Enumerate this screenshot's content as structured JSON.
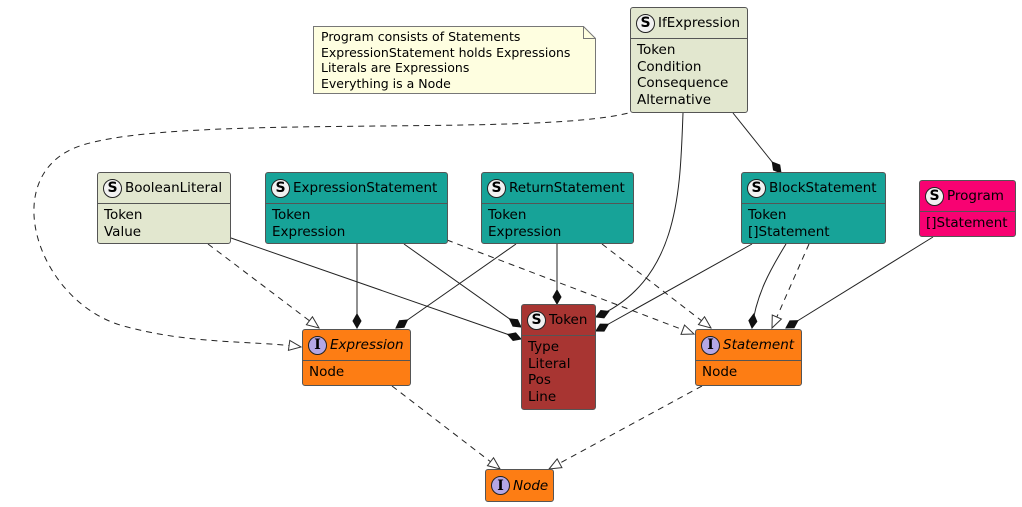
{
  "note": {
    "lines": [
      "Program consists of Statements",
      "ExpressionStatement holds Expressions",
      "Literals are Expressions",
      "Everything is a Node"
    ]
  },
  "colors": {
    "struct_default": "#e2e7cf",
    "statement_struct": "#17a398",
    "program": "#f80272",
    "token": "#a83532",
    "interface": "#fd7d14",
    "note": "#fefee0"
  },
  "classes": {
    "ifexpression": {
      "stereotype": "S",
      "name": "IfExpression",
      "fields": [
        "Token",
        "Condition",
        "Consequence",
        "Alternative"
      ]
    },
    "booleanliteral": {
      "stereotype": "S",
      "name": "BooleanLiteral",
      "fields": [
        "Token",
        "Value"
      ]
    },
    "expressionstatement": {
      "stereotype": "S",
      "name": "ExpressionStatement",
      "fields": [
        "Token",
        "Expression"
      ]
    },
    "returnstatement": {
      "stereotype": "S",
      "name": "ReturnStatement",
      "fields": [
        "Token",
        "Expression"
      ]
    },
    "blockstatement": {
      "stereotype": "S",
      "name": "BlockStatement",
      "fields": [
        "Token",
        "[]Statement"
      ]
    },
    "program": {
      "stereotype": "S",
      "name": "Program",
      "fields": [
        "[]Statement"
      ]
    },
    "token": {
      "stereotype": "S",
      "name": "Token",
      "fields": [
        "Type",
        "Literal",
        "Pos",
        "Line"
      ]
    },
    "expression": {
      "stereotype": "I",
      "name": "Expression",
      "fields": [
        "Node"
      ]
    },
    "statement": {
      "stereotype": "I",
      "name": "Statement",
      "fields": [
        "Node"
      ]
    },
    "node": {
      "stereotype": "I",
      "name": "Node",
      "fields": []
    }
  },
  "relations": [
    {
      "from": "IfExpression",
      "to": "Expression",
      "type": "implements"
    },
    {
      "from": "IfExpression",
      "to": "Token",
      "type": "composition"
    },
    {
      "from": "IfExpression",
      "to": "BlockStatement",
      "type": "composition"
    },
    {
      "from": "BooleanLiteral",
      "to": "Expression",
      "type": "implements"
    },
    {
      "from": "BooleanLiteral",
      "to": "Token",
      "type": "composition"
    },
    {
      "from": "ExpressionStatement",
      "to": "Expression",
      "type": "composition"
    },
    {
      "from": "ExpressionStatement",
      "to": "Token",
      "type": "composition"
    },
    {
      "from": "ExpressionStatement",
      "to": "Statement",
      "type": "implements"
    },
    {
      "from": "ReturnStatement",
      "to": "Expression",
      "type": "composition"
    },
    {
      "from": "ReturnStatement",
      "to": "Token",
      "type": "composition"
    },
    {
      "from": "ReturnStatement",
      "to": "Statement",
      "type": "implements"
    },
    {
      "from": "BlockStatement",
      "to": "Token",
      "type": "composition"
    },
    {
      "from": "BlockStatement",
      "to": "Statement",
      "type": "composition"
    },
    {
      "from": "BlockStatement",
      "to": "Statement",
      "type": "implements"
    },
    {
      "from": "Program",
      "to": "Statement",
      "type": "composition"
    },
    {
      "from": "Expression",
      "to": "Node",
      "type": "implements"
    },
    {
      "from": "Statement",
      "to": "Node",
      "type": "implements"
    }
  ]
}
